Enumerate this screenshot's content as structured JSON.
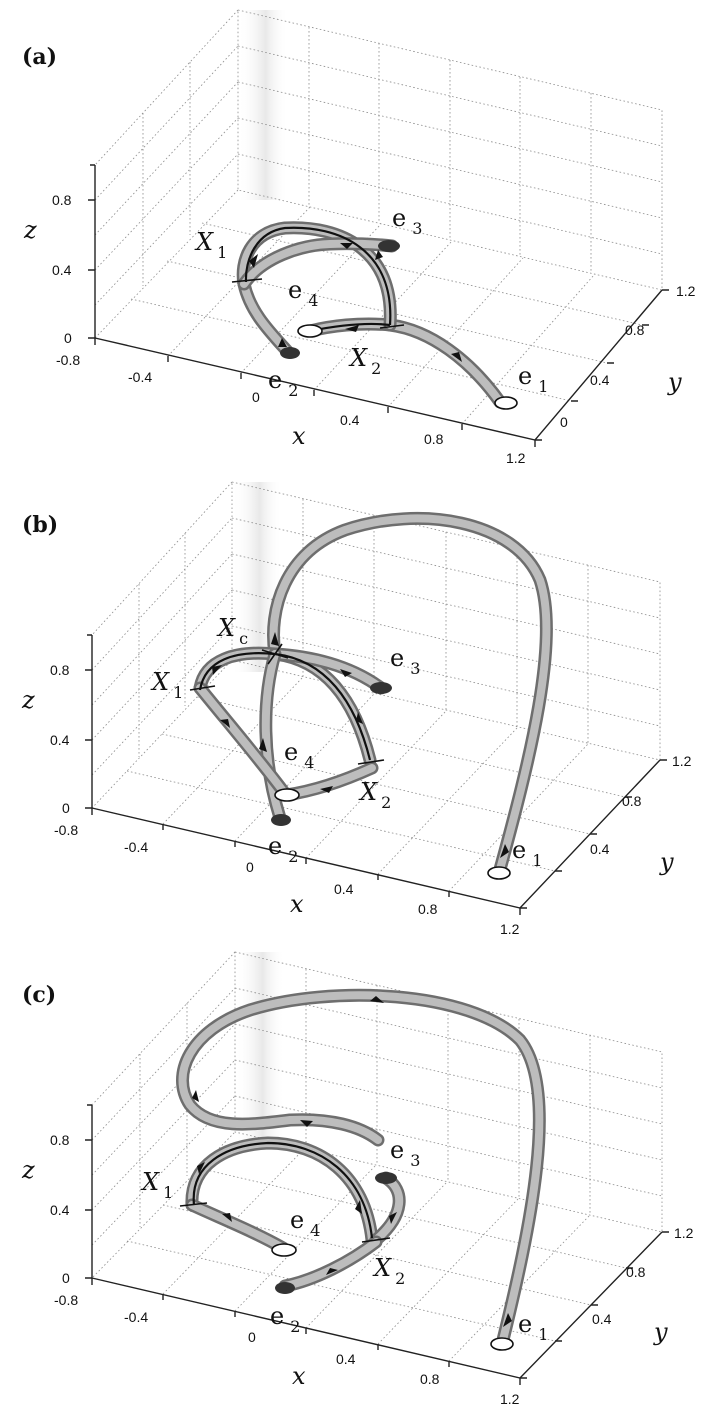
{
  "panels": [
    {
      "label": "(a)",
      "axes": {
        "x": {
          "name": "x",
          "ticks": [
            "-0.8",
            "-0.4",
            "0",
            "0.4",
            "0.8",
            "1.2"
          ]
        },
        "y": {
          "name": "y",
          "ticks": [
            "0",
            "0.4",
            "0.8",
            "1.2"
          ]
        },
        "z": {
          "name": "z",
          "ticks": [
            "0",
            "0.4",
            "0.8"
          ]
        }
      },
      "points": [
        {
          "name": "X",
          "sub": "1"
        },
        {
          "name": "X",
          "sub": "2"
        },
        {
          "name": "e",
          "sub": "1"
        },
        {
          "name": "e",
          "sub": "2"
        },
        {
          "name": "e",
          "sub": "3"
        },
        {
          "name": "e",
          "sub": "4"
        }
      ]
    },
    {
      "label": "(b)",
      "axes": {
        "x": {
          "name": "x",
          "ticks": [
            "-0.8",
            "-0.4",
            "0",
            "0.4",
            "0.8",
            "1.2"
          ]
        },
        "y": {
          "name": "y",
          "ticks": [
            "0.4",
            "0.8",
            "1.2"
          ]
        },
        "z": {
          "name": "z",
          "ticks": [
            "0",
            "0.4",
            "0.8"
          ]
        }
      },
      "points": [
        {
          "name": "X",
          "sub": "c"
        },
        {
          "name": "X",
          "sub": "1"
        },
        {
          "name": "X",
          "sub": "2"
        },
        {
          "name": "e",
          "sub": "1"
        },
        {
          "name": "e",
          "sub": "2"
        },
        {
          "name": "e",
          "sub": "3"
        },
        {
          "name": "e",
          "sub": "4"
        }
      ]
    },
    {
      "label": "(c)",
      "axes": {
        "x": {
          "name": "x",
          "ticks": [
            "-0.8",
            "-0.4",
            "0",
            "0.4",
            "0.8",
            "1.2"
          ]
        },
        "y": {
          "name": "y",
          "ticks": [
            "0.4",
            "0.8",
            "1.2"
          ]
        },
        "z": {
          "name": "z",
          "ticks": [
            "0",
            "0.4",
            "0.8"
          ]
        }
      },
      "points": [
        {
          "name": "X",
          "sub": "1"
        },
        {
          "name": "X",
          "sub": "2"
        },
        {
          "name": "e",
          "sub": "1"
        },
        {
          "name": "e",
          "sub": "2"
        },
        {
          "name": "e",
          "sub": "3"
        },
        {
          "name": "e",
          "sub": "4"
        }
      ]
    }
  ],
  "colors": {
    "tube": "#9e9e9e",
    "tube_edge": "#6e6e6e",
    "spine": "#111111",
    "node_dark": "#333333",
    "node_light": "#ffffff"
  }
}
